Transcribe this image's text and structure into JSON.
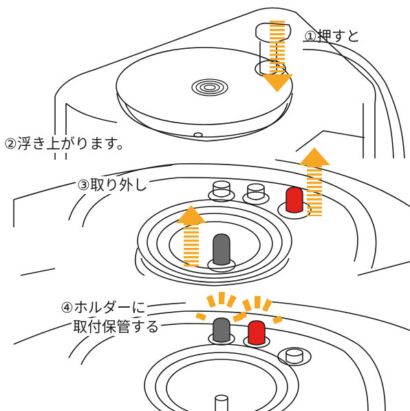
{
  "steps": {
    "step1": "①押すと",
    "step2": "②浮き上がります。",
    "step3": "③取り外し",
    "step4_line1": "④ホルダーに",
    "step4_line2": "取付保管する"
  },
  "colors": {
    "line": "#1a1a1a",
    "arrow_orange": "#f5a623",
    "cap_red": "#e3201b",
    "cap_gray": "#6b6b6b",
    "spark_orange": "#f5a623"
  },
  "icons": {
    "press_arrow": "down-arrow-icon",
    "lift_arrow": "up-arrow-icon",
    "burst": "sparkle-icon"
  }
}
